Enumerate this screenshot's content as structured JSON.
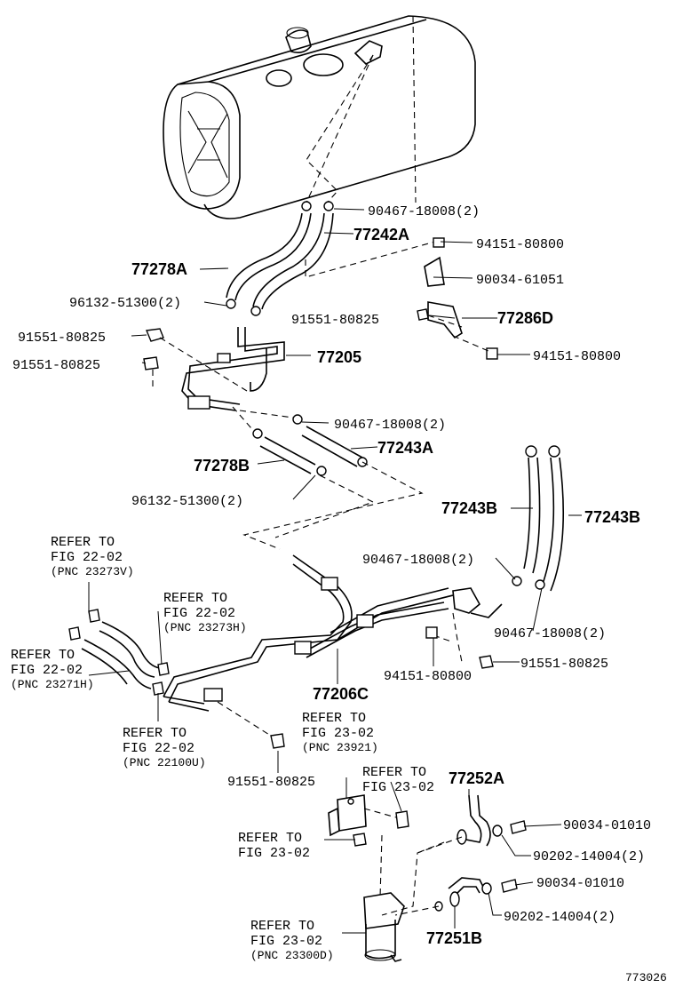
{
  "diagram_id": "773026",
  "callouts": {
    "c01": "90467-18008(2)",
    "c02": "77242A",
    "c03": "94151-80800",
    "c04": "77278A",
    "c05": "90034-61051",
    "c06": "96132-51300(2)",
    "c07": "91551-80825",
    "c08": "77286D",
    "c09": "91551-80825",
    "c10": "91551-80825",
    "c11": "77205",
    "c12": "94151-80800",
    "c13": "90467-18008(2)",
    "c14": "77243A",
    "c15": "77278B",
    "c16": "96132-51300(2)",
    "c17": "77243B",
    "c18": "77243B",
    "c19": "90467-18008(2)",
    "c20": "90467-18008(2)",
    "c21": "91551-80825",
    "c22": "94151-80800",
    "c23": "77206C",
    "c24": "91551-80825",
    "c25": "77252A",
    "c26": "90034-01010",
    "c27": "90202-14004(2)",
    "c28": "90034-01010",
    "c29": "90202-14004(2)",
    "c30": "77251B"
  },
  "refs": {
    "r1": [
      "REFER TO",
      "FIG 22-02",
      "(PNC 23273V)"
    ],
    "r2": [
      "REFER TO",
      "FIG 22-02",
      "(PNC 23273H)"
    ],
    "r3": [
      "REFER TO",
      "FIG 22-02",
      "(PNC 23271H)"
    ],
    "r4": [
      "REFER TO",
      "FIG 22-02",
      "(PNC 22100U)"
    ],
    "r5": [
      "REFER TO",
      "FIG 23-02",
      "(PNC 23921)"
    ],
    "r6": [
      "REFER TO",
      "FIG 23-02"
    ],
    "r7": [
      "REFER TO",
      "FIG 23-02"
    ],
    "r8": [
      "REFER TO",
      "FIG 23-02",
      "(PNC 23300D)"
    ]
  }
}
